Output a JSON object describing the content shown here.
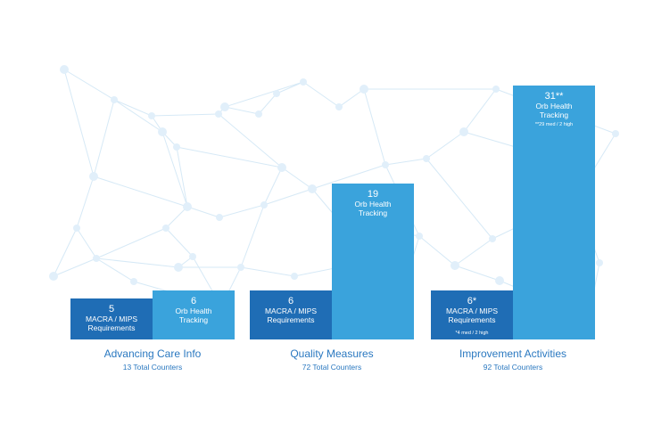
{
  "colors": {
    "macra": "#1f6db5",
    "orb": "#3aa3dc",
    "network_line": "#d6e9f6",
    "network_node": "#e1effa",
    "label": "#2a78c0"
  },
  "chart_data": {
    "type": "bar",
    "title": "",
    "ylim": [
      0,
      35
    ],
    "groups": [
      {
        "name": "Advancing Care Info",
        "subtitle": "13 Total Counters",
        "bars": [
          {
            "series": "macra",
            "value": 5,
            "value_label": "5",
            "label": "MACRA / MIPS Requirements",
            "note": ""
          },
          {
            "series": "orb",
            "value": 6,
            "value_label": "6",
            "label": "Orb Health Tracking",
            "note": ""
          }
        ]
      },
      {
        "name": "Quality Measures",
        "subtitle": "72 Total Counters",
        "bars": [
          {
            "series": "macra",
            "value": 6,
            "value_label": "6",
            "label": "MACRA / MIPS Requirements",
            "note": ""
          },
          {
            "series": "orb",
            "value": 19,
            "value_label": "19",
            "label": "Orb Health Tracking",
            "note": ""
          }
        ]
      },
      {
        "name": "Improvement Activities",
        "subtitle": "92 Total Counters",
        "bars": [
          {
            "series": "macra",
            "value": 6,
            "value_label": "6*",
            "label": "MACRA / MIPS Requirements",
            "note": "*4 med / 2 high"
          },
          {
            "series": "orb",
            "value": 31,
            "value_label": "31**",
            "label": "Orb Health Tracking",
            "note": "**29 med / 2 high"
          }
        ]
      }
    ]
  }
}
